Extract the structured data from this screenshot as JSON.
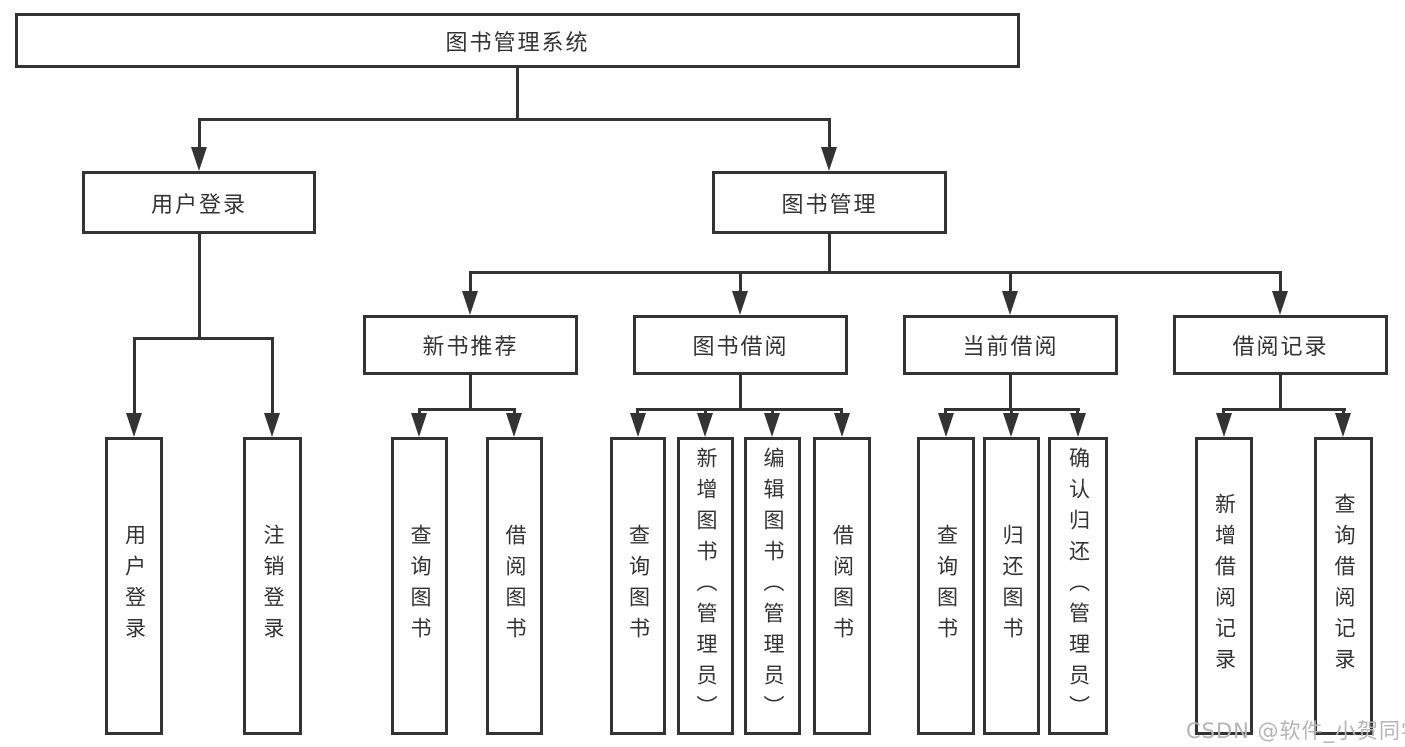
{
  "diagram_type": "hierarchy",
  "nodes": {
    "root": "图书管理系统",
    "level2": {
      "user_login": "用户登录",
      "book_mgmt": "图书管理"
    },
    "level3": {
      "new_book": "新书推荐",
      "book_borrow": "图书借阅",
      "current_borrow": "当前借阅",
      "borrow_records": "借阅记录"
    },
    "leaves": {
      "user_login": [
        "用户登录",
        "注销登录"
      ],
      "new_book": [
        "查询图书",
        "借阅图书"
      ],
      "book_borrow": [
        "查询图书",
        "新增图书（管理员）",
        "编辑图书（管理员）",
        "借阅图书"
      ],
      "current_borrow": [
        "查询图书",
        "归还图书",
        "确认归还（管理员）"
      ],
      "borrow_records": [
        "新增借阅记录",
        "查询借阅记录"
      ]
    }
  },
  "watermark": {
    "text": "CSDN @软件_小贺同学"
  },
  "colors": {
    "line": "#333333",
    "box_border": "#333333",
    "text": "#333333",
    "watermark": "#b5b5b5",
    "background": "#ffffff"
  }
}
